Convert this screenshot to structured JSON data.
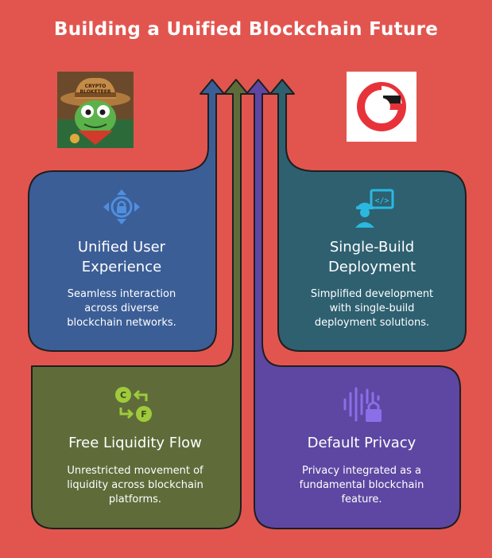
{
  "title": "Building a Unified Blockchain Future",
  "colors": {
    "background": "#e2554f",
    "card_blue": "#3c5e96",
    "card_teal": "#2e6070",
    "card_olive": "#5f6c3a",
    "card_purple": "#5d47a2",
    "icon_blue": "#4f8fe0",
    "icon_cyan": "#2ab8e0",
    "icon_green": "#9fca3c",
    "icon_violet": "#8b6ee8"
  },
  "logos": {
    "left_icon": "crypto-bloketeer-avatar",
    "left_text": "CRYPTO BLOKETEER",
    "right_icon": "brand-logo-icon"
  },
  "cards": {
    "unified_ux": {
      "icon": "directional-lock-icon",
      "title_line1": "Unified User",
      "title_line2": "Experience",
      "desc_line1": "Seamless interaction",
      "desc_line2": "across diverse",
      "desc_line3": "blockchain networks."
    },
    "single_build": {
      "icon": "developer-code-icon",
      "title_line1": "Single-Build",
      "title_line2": "Deployment",
      "desc_line1": "Simplified development",
      "desc_line2": "with single-build",
      "desc_line3": "deployment solutions."
    },
    "liquidity": {
      "icon": "token-exchange-icon",
      "title_line1": "Free Liquidity Flow",
      "desc_line1": "Unrestricted movement of",
      "desc_line2": "liquidity across blockchain",
      "desc_line3": "platforms."
    },
    "privacy": {
      "icon": "audio-lock-icon",
      "title_line1": "Default Privacy",
      "desc_line1": "Privacy integrated as a",
      "desc_line2": "fundamental blockchain",
      "desc_line3": "feature."
    }
  }
}
